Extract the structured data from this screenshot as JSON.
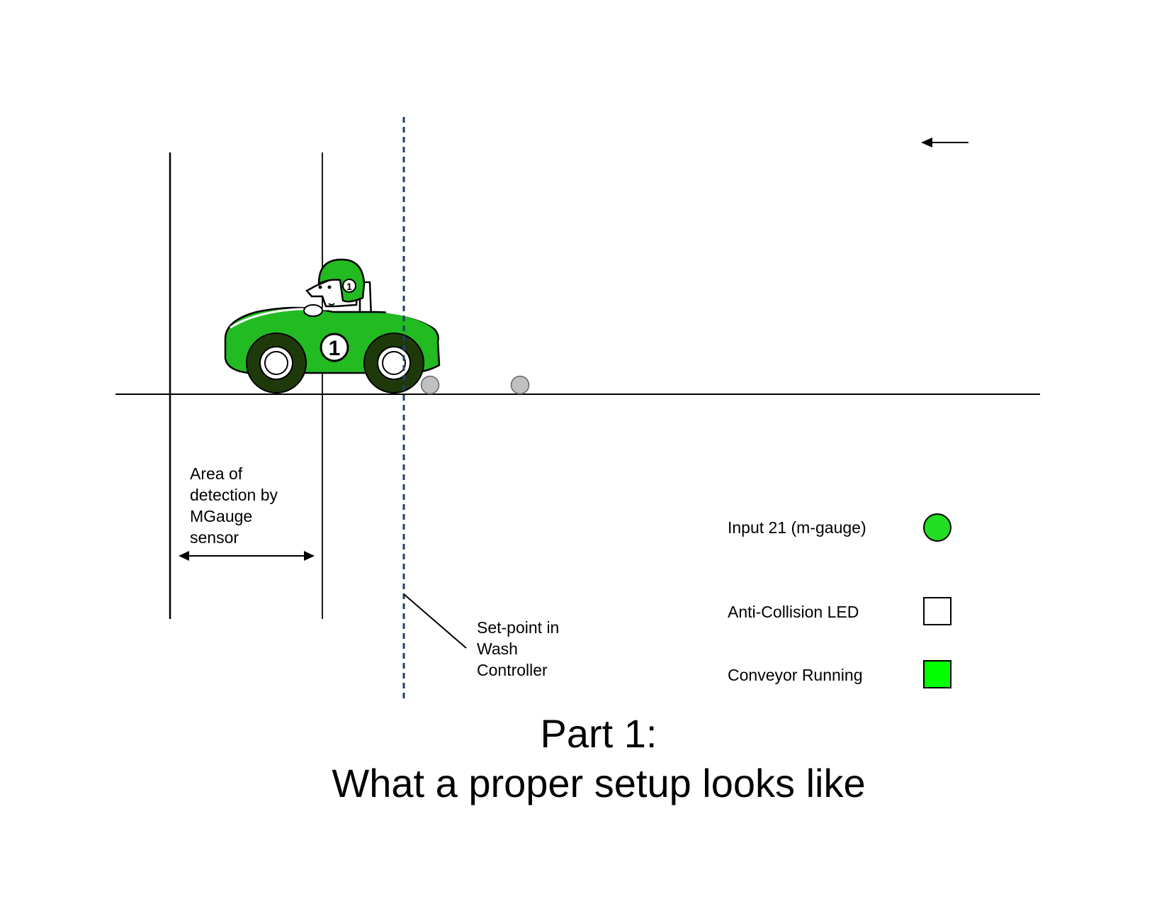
{
  "diagram": {
    "detection_label": [
      "Area of",
      "detection by",
      "MGauge",
      "sensor"
    ],
    "setpoint_label": [
      "Set-point in",
      "Wash",
      "Controller"
    ],
    "car_number": "1",
    "helmet_number": "1",
    "direction": "left"
  },
  "legend": {
    "items": [
      {
        "label": "Input 21 (m-gauge)",
        "shape": "circle",
        "fill": "#22dd22"
      },
      {
        "label": "Anti-Collision LED",
        "shape": "square",
        "fill": "#ffffff"
      },
      {
        "label": "Conveyor Running",
        "shape": "square",
        "fill": "#00ff00"
      }
    ]
  },
  "title": {
    "line1": "Part 1:",
    "line2": "What a proper setup looks like"
  },
  "colors": {
    "car_green": "#22bb22",
    "setpoint_line": "#1f3f6f",
    "roller_gray": "#c0c0c0"
  }
}
